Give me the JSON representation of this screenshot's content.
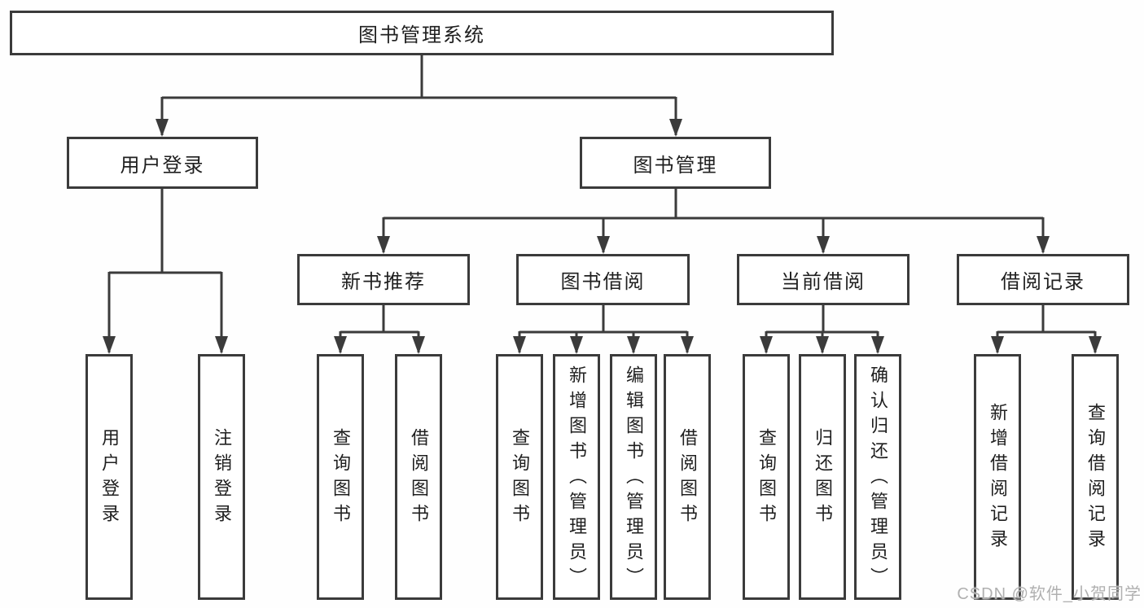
{
  "diagram": {
    "root": "图书管理系统",
    "user_login": {
      "label": "用户登录",
      "children": {
        "login": "用户登录",
        "logout": "注销登录"
      }
    },
    "book_mgmt": {
      "label": "图书管理",
      "new_book_rec": {
        "label": "新书推荐",
        "children": {
          "query_books": "查询图书",
          "borrow_books": "借阅图书"
        }
      },
      "book_borrow": {
        "label": "图书借阅",
        "children": {
          "query_books": "查询图书",
          "add_books": "新增图书（管理员）",
          "edit_books": "编辑图书（管理员）",
          "borrow_books": "借阅图书"
        }
      },
      "current_borrow": {
        "label": "当前借阅",
        "children": {
          "query_books": "查询图书",
          "return_books": "归还图书",
          "confirm_return": "确认归还（管理员）"
        }
      },
      "borrow_record": {
        "label": "借阅记录",
        "children": {
          "add_record": "新增借阅记录",
          "query_record": "查询借阅记录"
        }
      }
    }
  },
  "watermark": "CSDN @软件_小贺同学",
  "colors": {
    "line": "#3b3b3b",
    "text": "#1f1f1f",
    "watermark": "#b0b0b0",
    "background": "#ffffff"
  }
}
